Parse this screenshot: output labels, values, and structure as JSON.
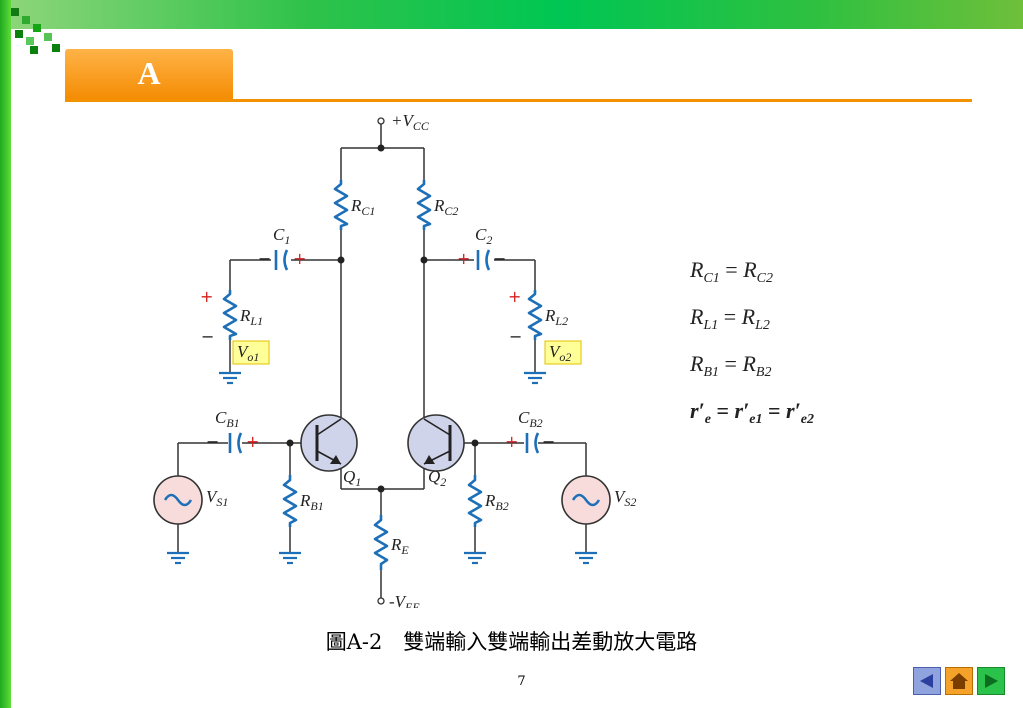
{
  "section": {
    "letter": "A"
  },
  "circuit": {
    "vcc": "+V",
    "vcc_sub": "CC",
    "vee": "-V",
    "vee_sub": "EE",
    "rc1": "R",
    "rc1_sub": "C1",
    "rc2": "R",
    "rc2_sub": "C2",
    "c1": "C",
    "c1_sub": "1",
    "c2": "C",
    "c2_sub": "2",
    "rl1": "R",
    "rl1_sub": "L1",
    "rl2": "R",
    "rl2_sub": "L2",
    "vo1": "V",
    "vo1_sub": "o1",
    "vo2": "V",
    "vo2_sub": "o2",
    "cb1": "C",
    "cb1_sub": "B1",
    "cb2": "C",
    "cb2_sub": "B2",
    "q1": "Q",
    "q1_sub": "1",
    "q2": "Q",
    "q2_sub": "2",
    "vs1": "V",
    "vs1_sub": "S1",
    "vs2": "V",
    "vs2_sub": "S2",
    "rb1": "R",
    "rb1_sub": "B1",
    "rb2": "R",
    "rb2_sub": "B2",
    "re": "R",
    "re_sub": "E",
    "plus": "+",
    "minus": "−"
  },
  "equations": {
    "eq1": {
      "a": "R",
      "a_sub": "C1",
      "eq": " = ",
      "b": "R",
      "b_sub": "C2"
    },
    "eq2": {
      "a": "R",
      "a_sub": "L1",
      "eq": " = ",
      "b": "R",
      "b_sub": "L2"
    },
    "eq3": {
      "a": "R",
      "a_sub": "B1",
      "eq": " = ",
      "b": "R",
      "b_sub": "B2"
    },
    "eq4": {
      "a": "r′",
      "a_sub": "e",
      "eq": " = ",
      "b": "r′",
      "b_sub": "e1",
      "c": "r′",
      "c_sub": "e2"
    }
  },
  "caption": "圖A-2　雙端輸入雙端輸出差動放大電路",
  "page_number": "7",
  "nav": {
    "prev_icon": "left-triangle",
    "home_icon": "house",
    "next_icon": "right-triangle"
  },
  "colors": {
    "top_bar": "#00c653",
    "tab": "#f39200",
    "resistor": "#1d6fb8",
    "plus": "#d62020",
    "highlight": "#ffff99"
  }
}
